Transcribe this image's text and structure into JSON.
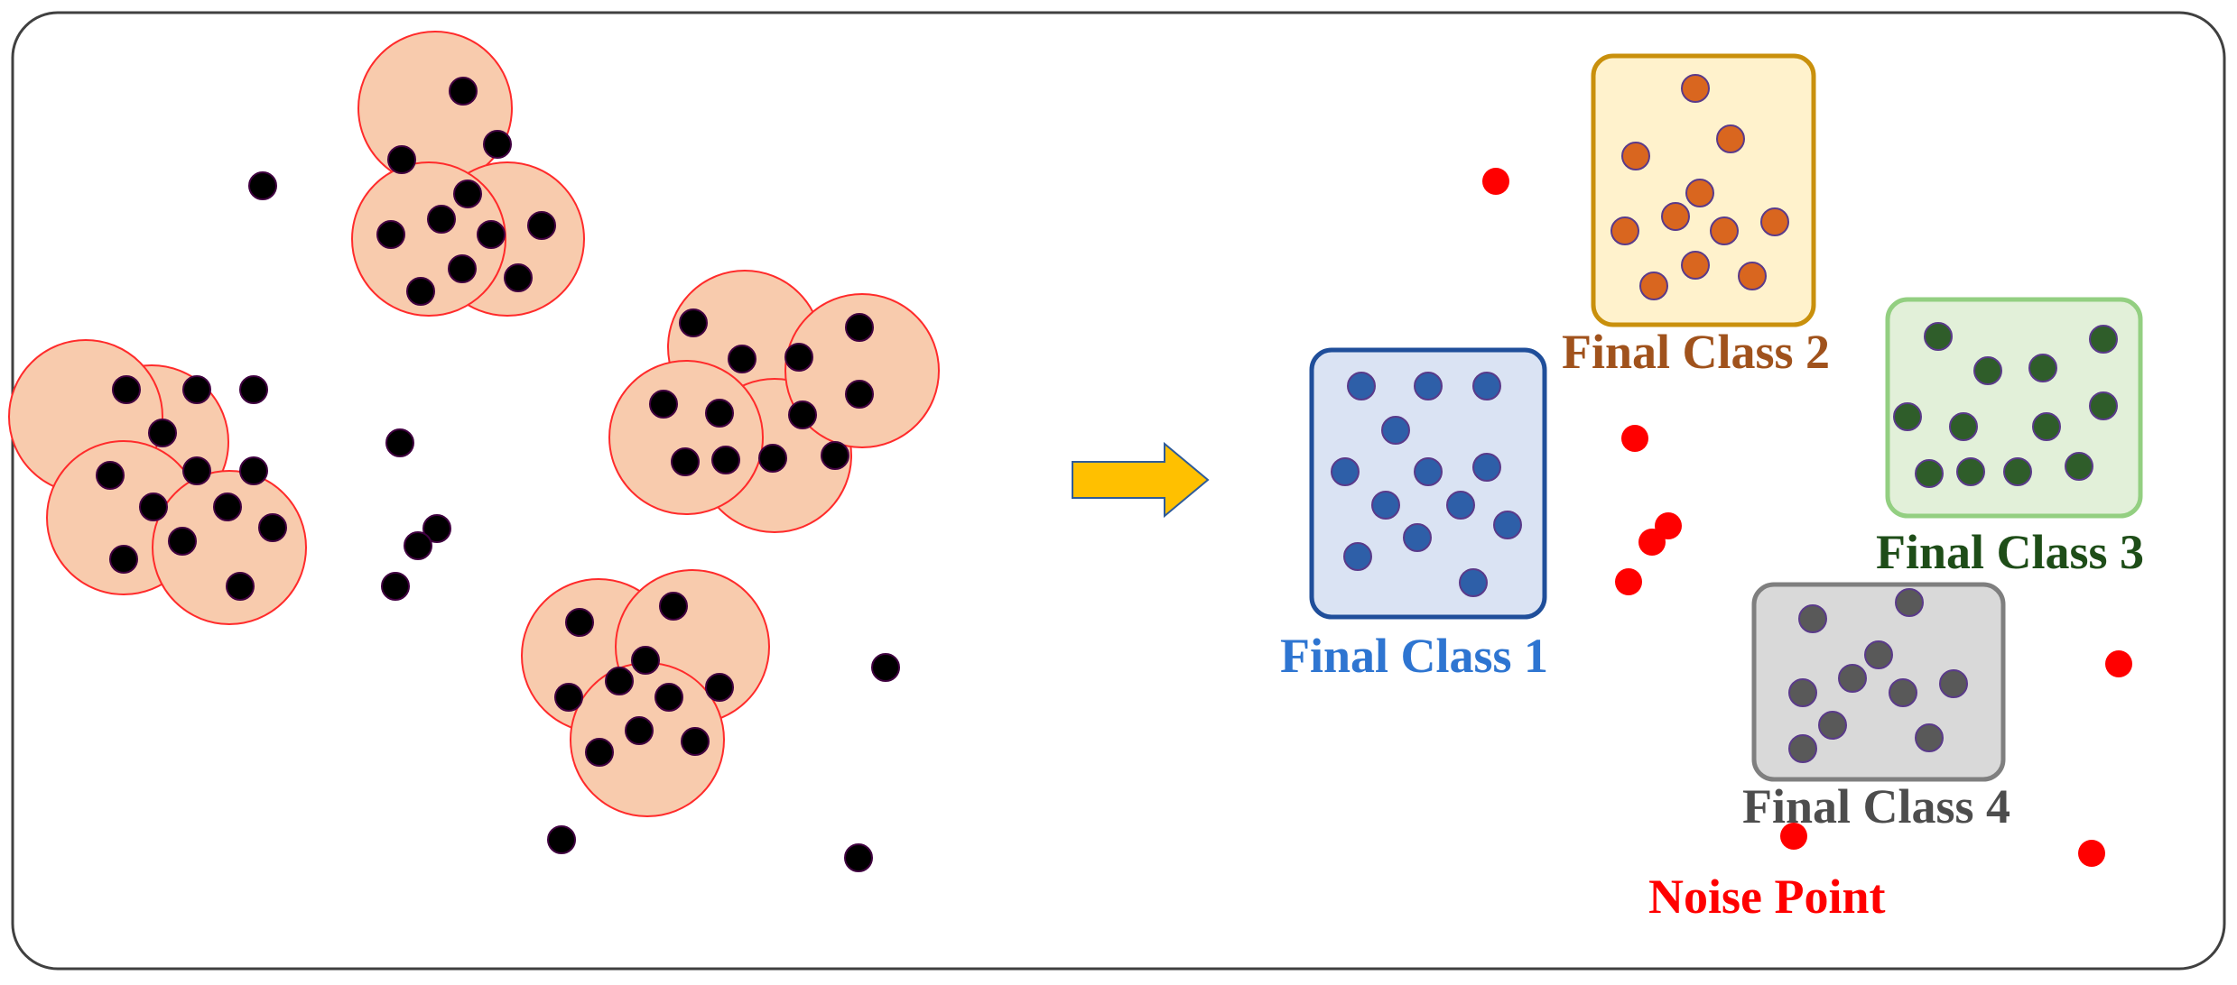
{
  "labels": {
    "class1": "Final Class 1",
    "class2": "Final Class 2",
    "class3": "Final Class 3",
    "class4": "Final Class 4",
    "noise": "Noise Point"
  },
  "colors": {
    "frame": "#404040",
    "circle_fill": "#f8cbad",
    "circle_stroke": "#ff2b2b",
    "core_point": "#000000",
    "border_point": "#000000",
    "arrow_fill": "#ffc000",
    "arrow_stroke": "#2e5b9a",
    "noise": "#ff0000",
    "class1": {
      "box_fill": "#dae3f3",
      "box_stroke": "#1f4e9a",
      "point": "#2e5fa8",
      "label": "#2e75d1"
    },
    "class2": {
      "box_fill": "#fff2cc",
      "box_stroke": "#c9900c",
      "point": "#d9661f",
      "label": "#a0521c"
    },
    "class3": {
      "box_fill": "#e2f0d9",
      "box_stroke": "#93cf81",
      "point": "#2f5d2a",
      "label": "#1e4d18"
    },
    "class4": {
      "box_fill": "#d9d9d9",
      "box_stroke": "#7f7f7f",
      "point": "#595959",
      "label": "#4d4d4d"
    }
  },
  "icons": {
    "arrow": "right-arrow-icon"
  }
}
